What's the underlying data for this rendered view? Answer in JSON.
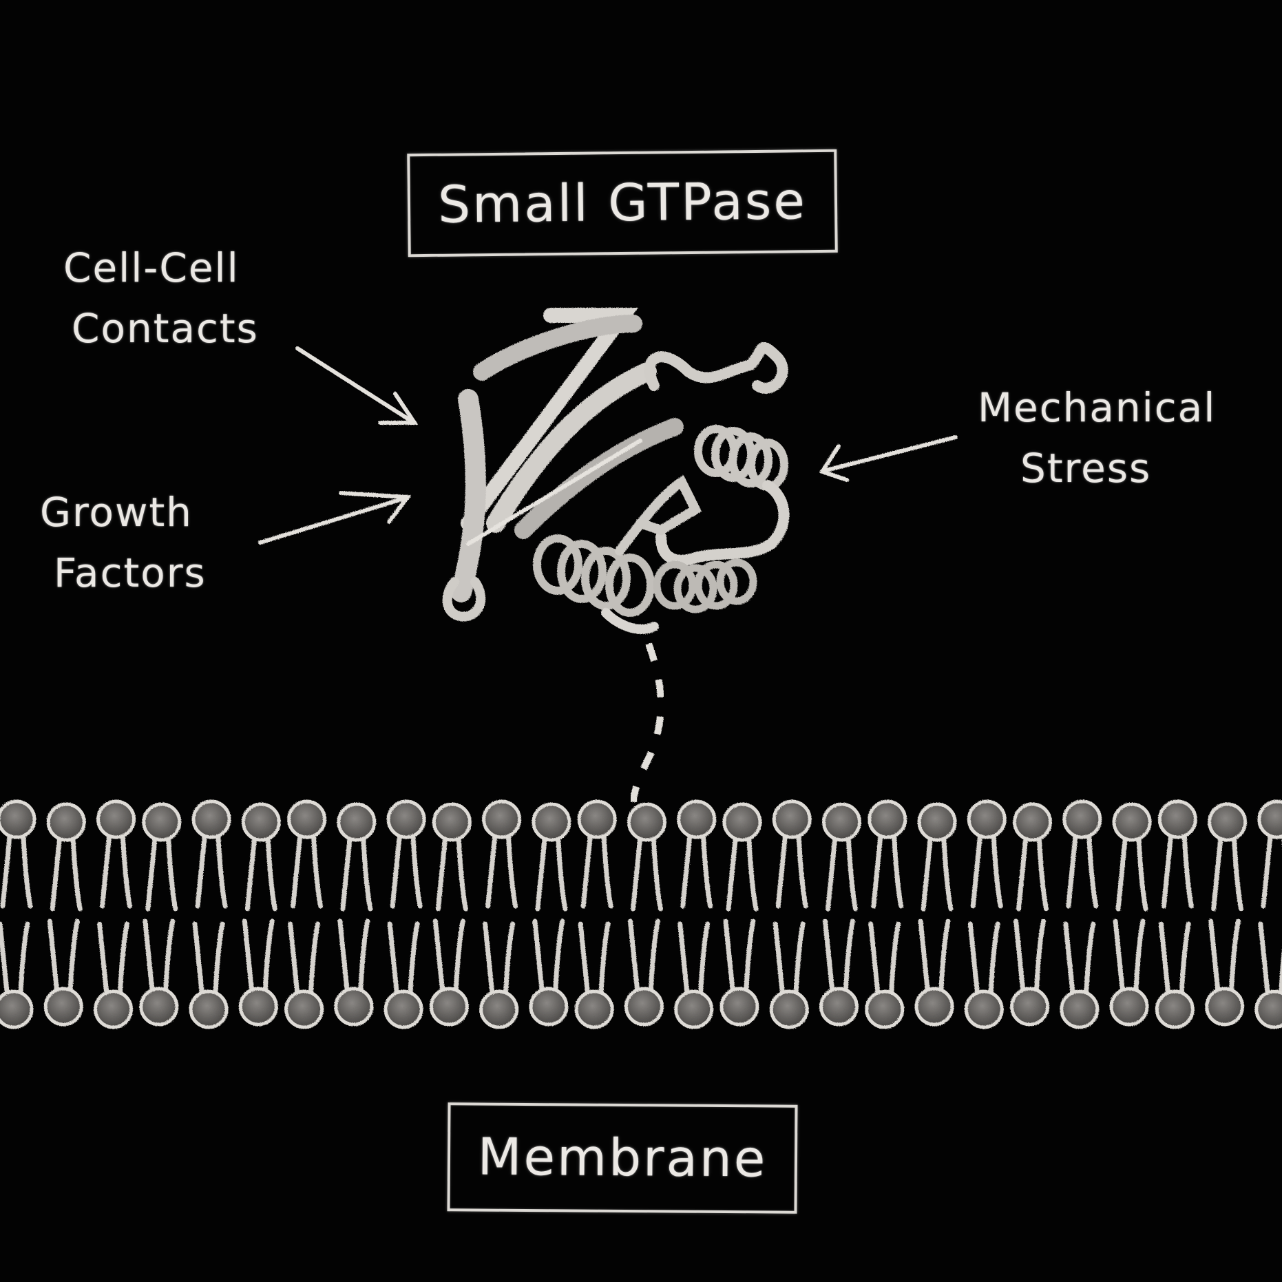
{
  "diagram": {
    "style": "chalkboard",
    "background_color": "#030303",
    "chalk_color": "#e9e6e2",
    "protein": {
      "label": "Small GTPase",
      "icon": "protein-ribbon-structure-icon"
    },
    "stimuli": [
      {
        "id": "cell-cell-contacts",
        "line1": "Cell-Cell",
        "line2": "Contacts",
        "arrow": "arrow-down-right-icon"
      },
      {
        "id": "growth-factors",
        "line1": "Growth",
        "line2": "Factors",
        "arrow": "arrow-up-right-icon"
      },
      {
        "id": "mechanical-stress",
        "line1": "Mechanical",
        "line2": "Stress",
        "arrow": "arrow-left-icon"
      }
    ],
    "tether": {
      "style": "dashed",
      "description": "lipid anchor connecting protein to membrane"
    },
    "membrane": {
      "label": "Membrane",
      "layers": 2,
      "lipids_per_leaflet": 27,
      "icon": "phospholipid-bilayer-icon"
    }
  }
}
